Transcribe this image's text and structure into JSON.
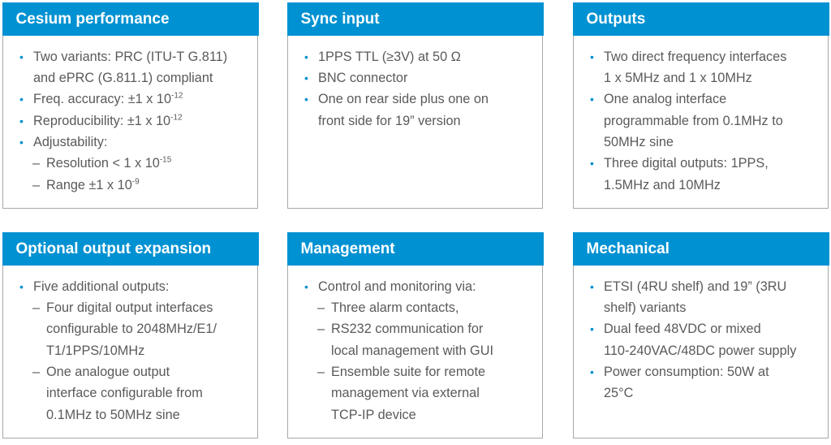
{
  "boxes": [
    {
      "title": "Cesium performance",
      "lines": [
        {
          "type": "bullet",
          "text": "Two variants: PRC (ITU-T G.811)"
        },
        {
          "type": "cont",
          "text": "and ePRC (G.811.1) compliant"
        },
        {
          "type": "bullet",
          "text": "Freq. accuracy: ±1 x 10",
          "sup": "-12"
        },
        {
          "type": "bullet",
          "text": "Reproducibility: ±1 x 10",
          "sup": "-12"
        },
        {
          "type": "bullet",
          "text": "Adjustability:"
        },
        {
          "type": "sub",
          "text": "Resolution < 1 x 10",
          "sup": "-15"
        },
        {
          "type": "sub",
          "text": "Range ±1 x 10",
          "sup": "-9"
        }
      ]
    },
    {
      "title": "Sync input",
      "lines": [
        {
          "type": "bullet",
          "text": "1PPS TTL (≥3V) at 50 Ω"
        },
        {
          "type": "bullet",
          "text": "BNC connector"
        },
        {
          "type": "bullet",
          "text": "One on rear side plus one on"
        },
        {
          "type": "cont",
          "text": "front side for 19” version"
        }
      ]
    },
    {
      "title": "Outputs",
      "lines": [
        {
          "type": "bullet",
          "text": "Two direct frequency interfaces"
        },
        {
          "type": "cont",
          "text": "1 x 5MHz and 1 x 10MHz"
        },
        {
          "type": "bullet",
          "text": "One analog interface"
        },
        {
          "type": "cont",
          "text": "programmable from 0.1MHz to"
        },
        {
          "type": "cont",
          "text": "50MHz sine"
        },
        {
          "type": "bullet",
          "text": "Three digital outputs: 1PPS,"
        },
        {
          "type": "cont",
          "text": "1.5MHz and 10MHz"
        }
      ]
    },
    {
      "title": "Optional output expansion",
      "lines": [
        {
          "type": "bullet",
          "text": "Five additional outputs:"
        },
        {
          "type": "sub",
          "text": "Four digital output interfaces"
        },
        {
          "type": "subcont",
          "text": "configurable to 2048MHz/E1/"
        },
        {
          "type": "subcont",
          "text": "T1/1PPS/10MHz"
        },
        {
          "type": "sub",
          "text": "One analogue output"
        },
        {
          "type": "subcont",
          "text": "interface configurable from"
        },
        {
          "type": "subcont",
          "text": "0.1MHz to 50MHz sine"
        }
      ]
    },
    {
      "title": "Management",
      "lines": [
        {
          "type": "bullet",
          "text": "Control and monitoring via:"
        },
        {
          "type": "sub",
          "text": "Three alarm contacts,"
        },
        {
          "type": "sub",
          "text": "RS232 communication for"
        },
        {
          "type": "subcont",
          "text": "local management with GUI"
        },
        {
          "type": "sub",
          "text": "Ensemble suite for remote"
        },
        {
          "type": "subcont",
          "text": "management via external"
        },
        {
          "type": "subcont",
          "text": "TCP-IP device"
        }
      ]
    },
    {
      "title": "Mechanical",
      "lines": [
        {
          "type": "bullet",
          "text": "ETSI (4RU shelf) and 19” (3RU"
        },
        {
          "type": "cont",
          "text": "shelf) variants"
        },
        {
          "type": "bullet",
          "text": "Dual feed 48VDC or mixed"
        },
        {
          "type": "cont",
          "text": "110-240VAC/48DC power supply"
        },
        {
          "type": "bullet",
          "text": "Power consumption: 50W at"
        },
        {
          "type": "cont",
          "text": "25°C"
        }
      ]
    }
  ],
  "markers": {
    "bullet": "•",
    "dash": "–"
  },
  "colors": {
    "header": "#0091d2",
    "text": "#5a5a5a",
    "border": "#a8a8a8"
  }
}
